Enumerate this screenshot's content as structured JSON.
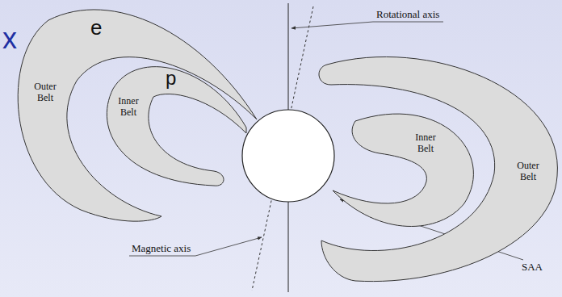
{
  "diagram": {
    "nodes": [
      {
        "text": [
          "Outer Belt"
        ]
      },
      {
        "text": [
          "Inner Belt"
        ]
      },
      {
        "text": [
          "Inner Belt"
        ]
      },
      {
        "text": [
          "Outer Belt"
        ]
      }
    ],
    "labels": [
      "x",
      "e",
      "p",
      "Rotational axis",
      "Magnetic axis",
      "SAA"
    ]
  }
}
